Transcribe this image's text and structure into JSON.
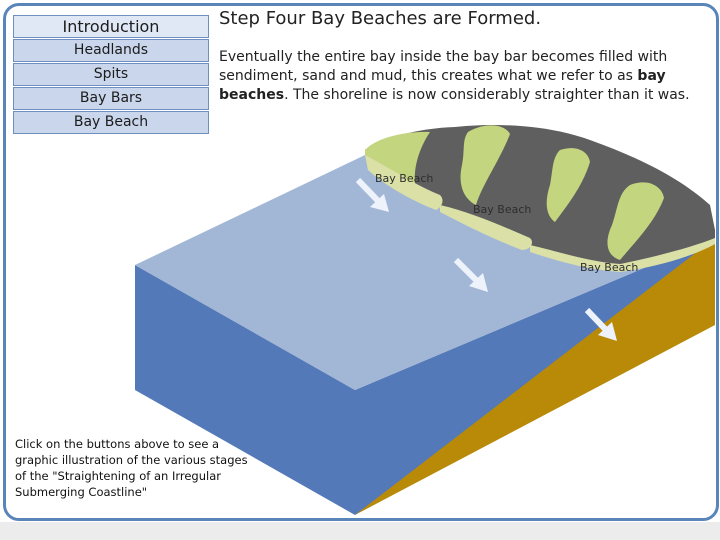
{
  "nav": {
    "items": [
      {
        "label": "Introduction"
      },
      {
        "label": "Headlands"
      },
      {
        "label": "Spits"
      },
      {
        "label": "Bay Bars"
      },
      {
        "label": "Bay Beach"
      }
    ]
  },
  "content": {
    "title": "Step Four Bay Beaches are Formed.",
    "desc_part1": "Eventually the entire bay inside the bay bar becomes filled with sendiment, sand and mud, this creates what we refer to as ",
    "desc_bold": "bay beaches",
    "desc_part2": ". The shoreline is now considerably straighter than it was."
  },
  "diagram": {
    "labels": [
      "Bay Beach",
      "Bay Beach",
      "Bay Beach"
    ]
  },
  "hint": "Click on the buttons above to see a graphic illustration of the various stages of the \"Straightening of an Irregular Submerging Coastline\"",
  "colors": {
    "frame": "#5a85b8",
    "water_top": "#a2b7d6",
    "water_side": "#5479b8",
    "seabed": "#b88a08",
    "land_dark": "#5f5f5f",
    "land_green": "#c3d57e",
    "beach": "#dbe0a6"
  }
}
